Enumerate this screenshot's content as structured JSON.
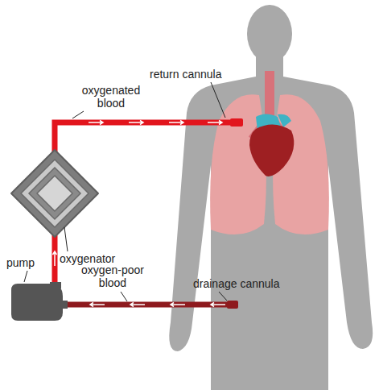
{
  "diagram": {
    "labels": [
      "return cannula",
      "oxygenated blood",
      "oxygenator",
      "pump",
      "oxygen-poor blood",
      "drainage cannula"
    ]
  }
}
